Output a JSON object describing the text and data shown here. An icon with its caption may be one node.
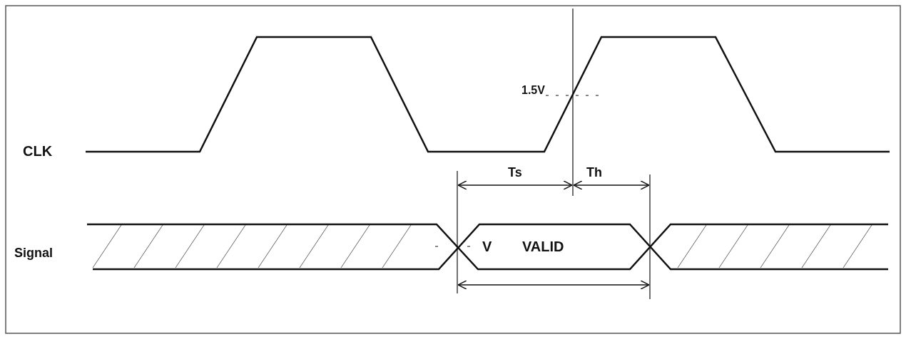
{
  "diagram": {
    "labels": [
      "CLK",
      "1.5V",
      "Ts",
      "Th",
      "Signal",
      "V",
      "VALID"
    ]
  }
}
